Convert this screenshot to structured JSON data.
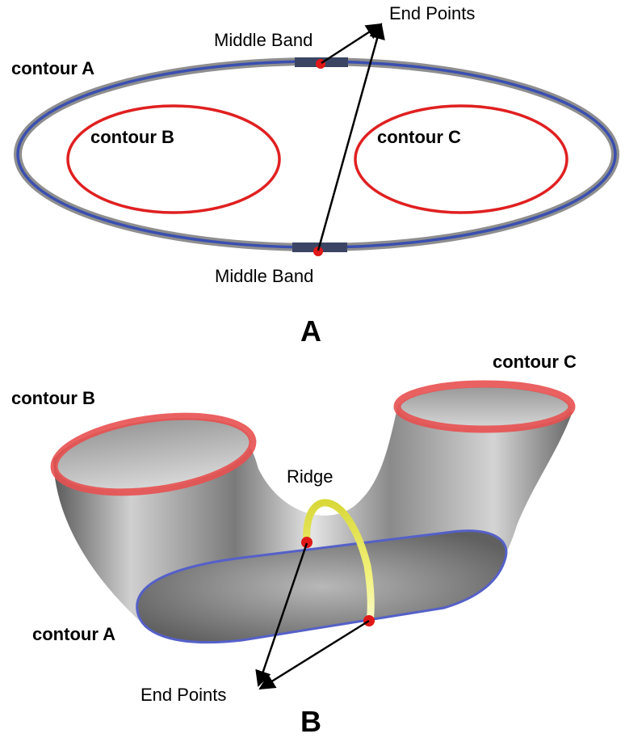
{
  "panel_a": {
    "caption": "A",
    "contour_a": "contour A",
    "contour_b": "contour B",
    "contour_c": "contour C",
    "middle_band_top": "Middle Band",
    "middle_band_bottom": "Middle Band",
    "end_points": "End Points"
  },
  "panel_b": {
    "caption": "B",
    "contour_a": "contour A",
    "contour_b": "contour B",
    "contour_c": "contour C",
    "ridge": "Ridge",
    "end_points": "End Points"
  },
  "colors": {
    "contour_red": "#e02020",
    "contour_blue": "#3a4fb0",
    "outer_gray": "#8a8a8a",
    "ridge_yellow": "#e8e830",
    "end_point_red": "#e01818"
  }
}
